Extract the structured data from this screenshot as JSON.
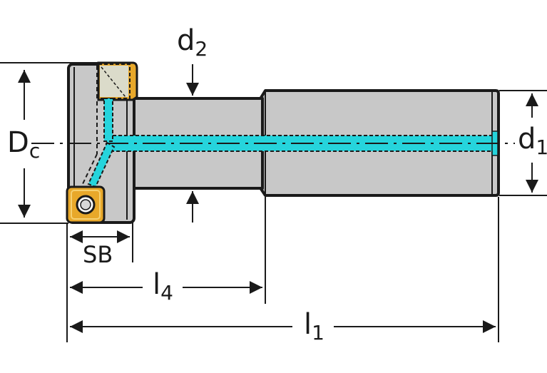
{
  "labels": {
    "dc": {
      "main": "D",
      "sub": "c"
    },
    "d2": {
      "main": "d",
      "sub": "2"
    },
    "d1": {
      "main": "d",
      "sub": "1"
    },
    "sb": {
      "main": "SB"
    },
    "l4": {
      "main": "l",
      "sub": "4"
    },
    "l1": {
      "main": "l",
      "sub": "1"
    }
  },
  "colors": {
    "body": "#c8c8c8",
    "outline": "#1a1a1a",
    "coolant": "#26d4dc",
    "insert": "#e8a82a",
    "insert_highlight": "#f6d070"
  }
}
